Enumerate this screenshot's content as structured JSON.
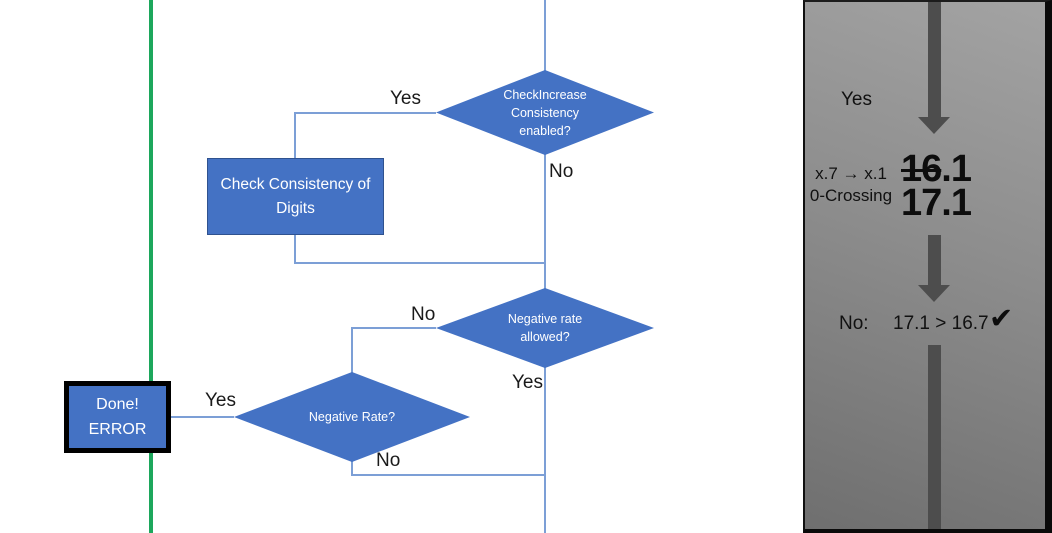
{
  "flowchart": {
    "decision_check_increase": {
      "line1": "CheckIncrease",
      "line2": "Consistency",
      "line3": "enabled?"
    },
    "process_check_consistency": {
      "label": "Check Consistency of Digits"
    },
    "decision_negative_rate_allowed": {
      "line1": "Negative rate",
      "line2": "allowed?"
    },
    "decision_negative_rate": {
      "label": "Negative Rate?"
    },
    "terminator_done_error": {
      "line1": "Done!",
      "line2": "ERROR"
    },
    "labels": {
      "check_increase_yes": "Yes",
      "check_increase_no": "No",
      "negative_rate_allowed_no": "No",
      "negative_rate_allowed_yes": "Yes",
      "negative_rate_yes": "Yes",
      "negative_rate_no": "No"
    }
  },
  "side_panel": {
    "yes_label": "Yes",
    "note_line1": "x.7 → x.1",
    "note_line2": "0-Crossing",
    "old_value_struck": "16",
    "old_value_tail": ".1",
    "new_value": "17.1",
    "result_prefix": "No:",
    "result_comparison": "17.1 > 16.7",
    "result_check": "✔"
  },
  "colors": {
    "shape_blue": "#4472C4",
    "shape_border_blue": "#2F528F",
    "connector_blue": "#7C9FD6",
    "accent_green": "#1CA75C",
    "arrow_gray": "#4D4D4D"
  }
}
